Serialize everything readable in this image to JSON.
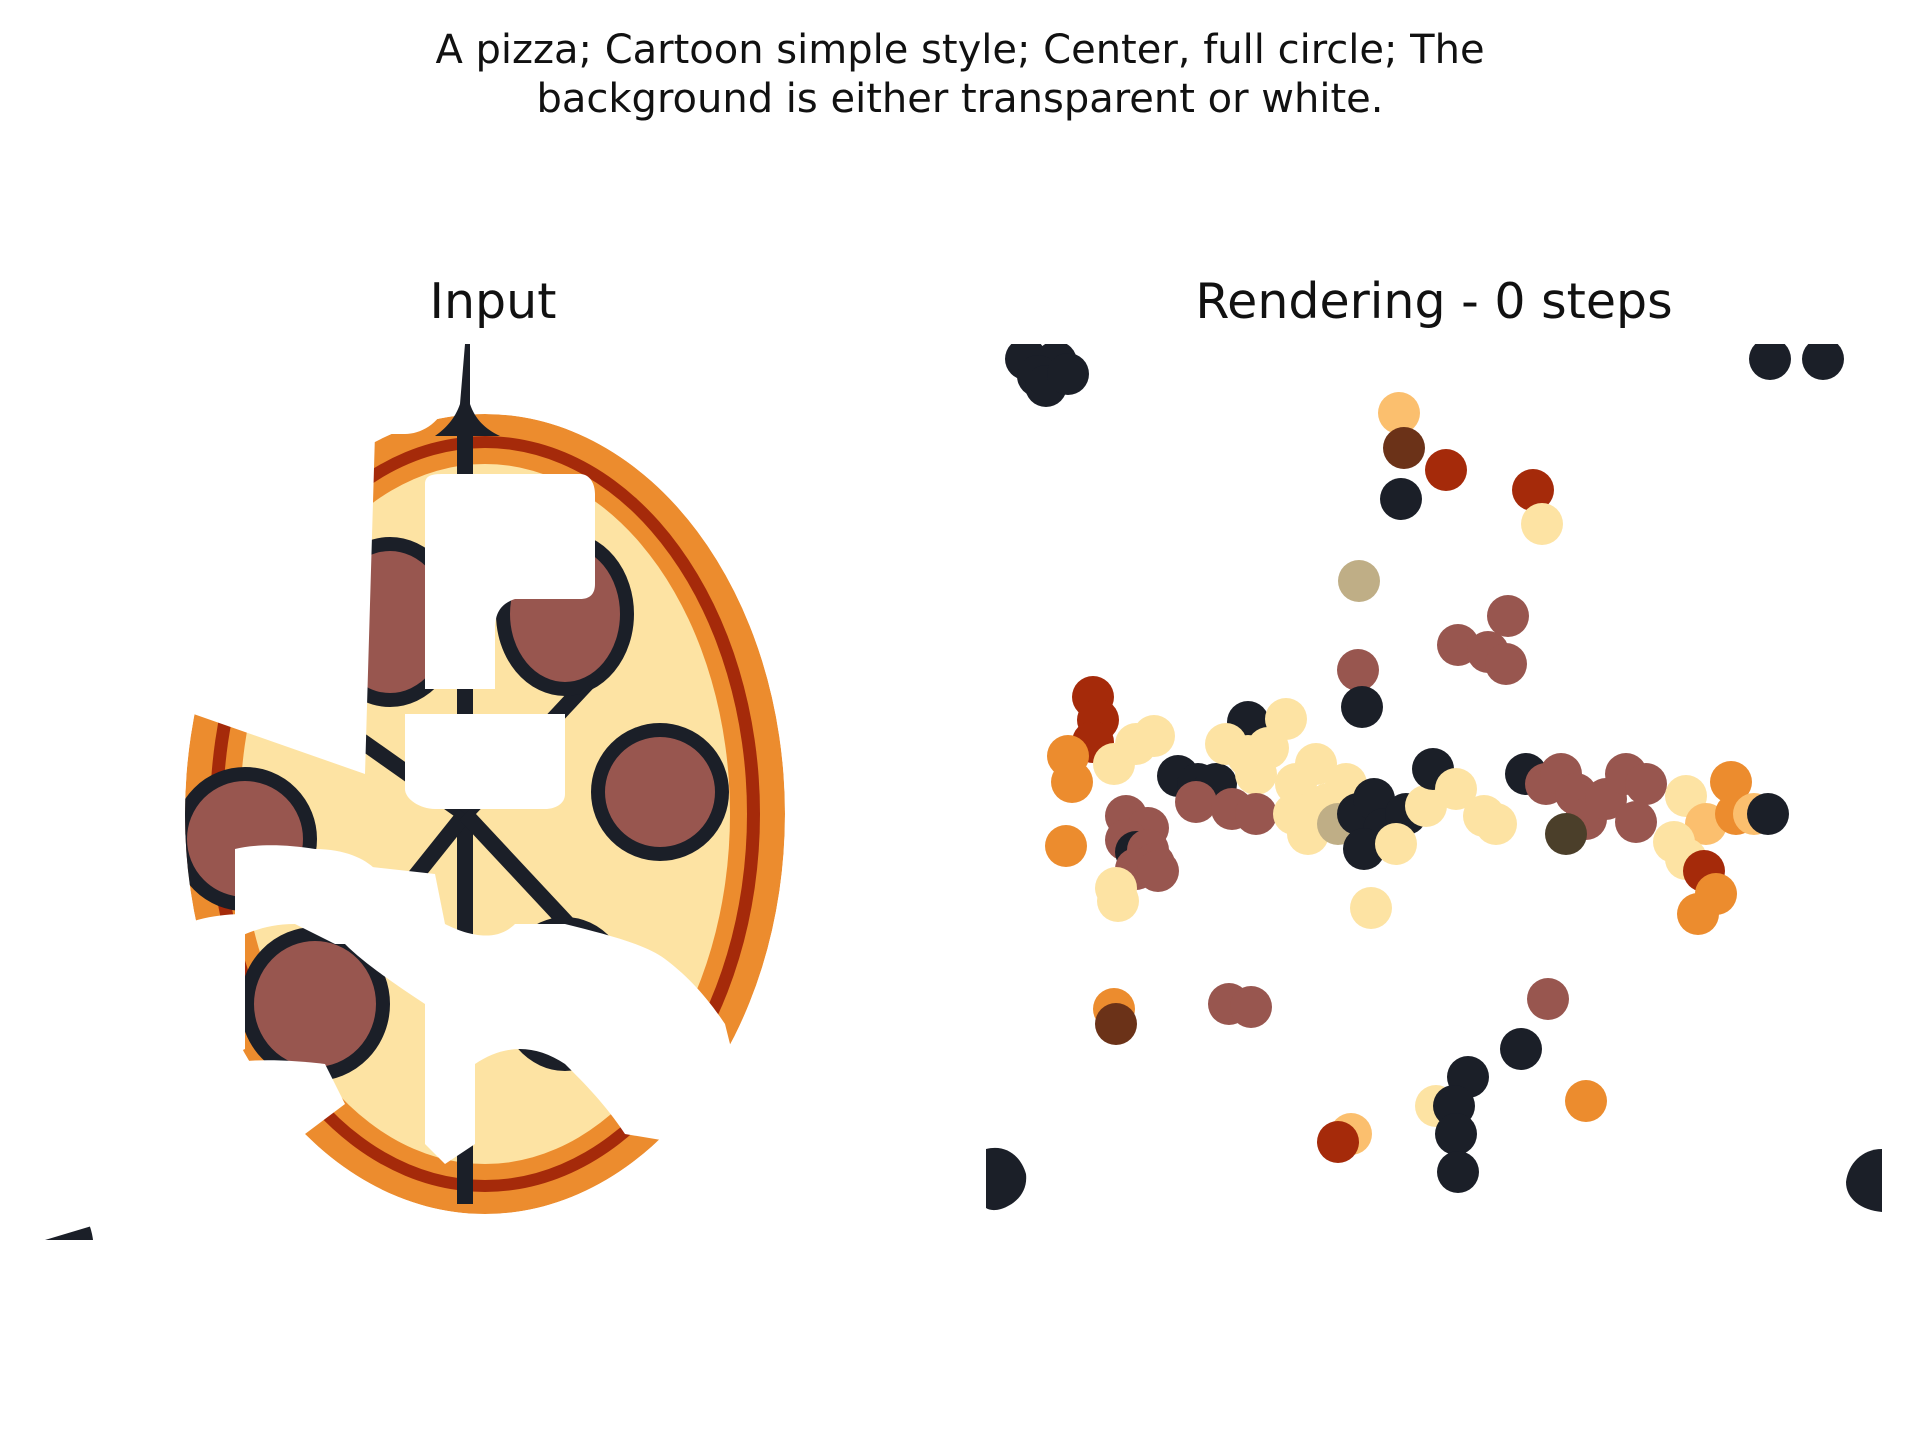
{
  "figure": {
    "title_line1": "A pizza; Cartoon simple style; Center, full circle; The",
    "title_line2": "background is either transparent or white."
  },
  "panels": {
    "input": {
      "title": "Input"
    },
    "rendering": {
      "title": "Rendering - 0 steps"
    }
  },
  "colors": {
    "background": "#ffffff",
    "dark_outline": "#1b1f28",
    "crust_orange": "#ec8c2e",
    "sauce_red": "#a52a0a",
    "cheese": "#fde3a3",
    "pepperoni": "#98564f",
    "tan": "#bfae86",
    "light_orange": "#fbbf6e",
    "brown": "#6b3218",
    "olive": "#4b3f2a"
  }
}
